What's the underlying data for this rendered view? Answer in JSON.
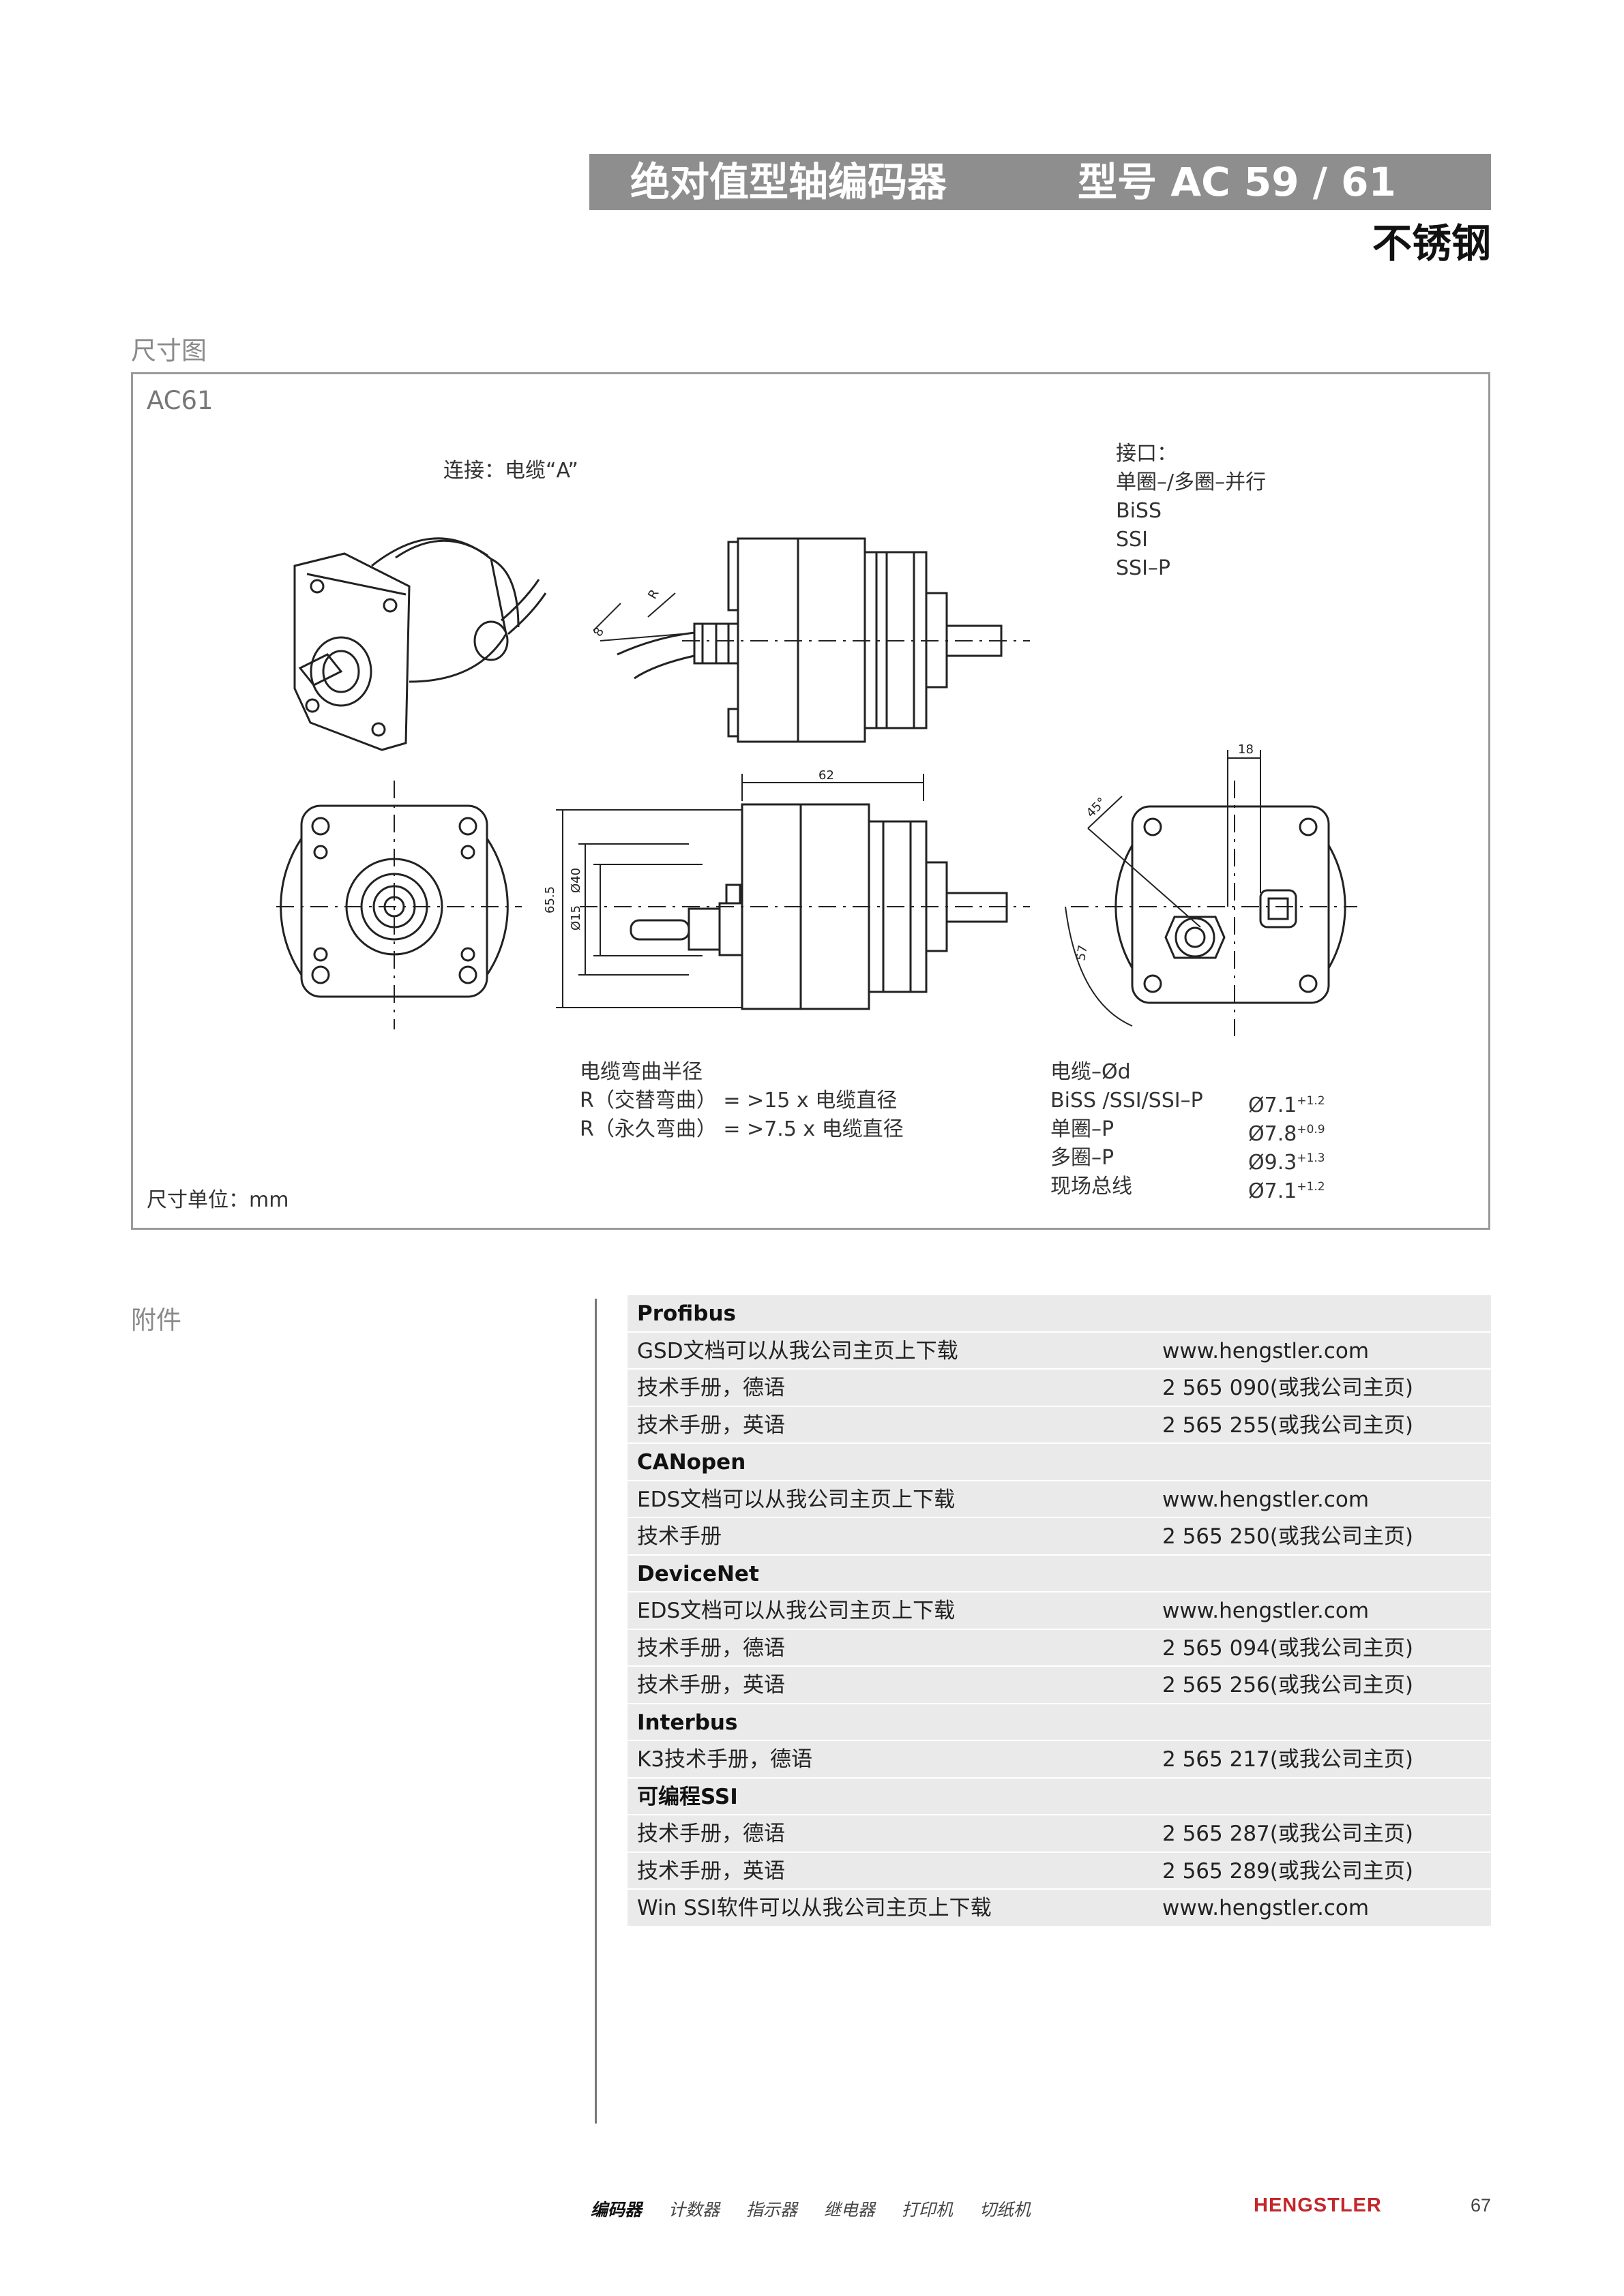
{
  "header": {
    "title": "绝对值型轴编码器",
    "model": "型号 AC 59 / 61",
    "subtitle": "不锈钢"
  },
  "dimension_section": {
    "label": "尺寸图",
    "model_label": "AC61",
    "connection": "连接：电缆“A”",
    "interface": [
      "接口：",
      "单圈–/多圈–并行",
      "BiSS",
      "SSI",
      "SSI–P"
    ],
    "bend_radius": [
      "电缆弯曲半径",
      "R（交替弯曲） = >15 x 电缆直径",
      "R（永久弯曲） = >7.5 x 电缆直径"
    ],
    "cable_header": "电缆–Ød",
    "cable_rows": [
      {
        "name": "BiSS /SSI/SSI–P",
        "value": "Ø7.1",
        "tol": "+1.2"
      },
      {
        "name": "单圈–P",
        "value": "Ø7.8",
        "tol": "+0.9"
      },
      {
        "name": "多圈–P",
        "value": "Ø9.3",
        "tol": "+1.3"
      },
      {
        "name": "现场总线",
        "value": "Ø7.1",
        "tol": "+1.2"
      }
    ],
    "unit_note": "尺寸单位：mm",
    "dims": {
      "d1": "62",
      "d2": "65.5",
      "d3": "Ø15",
      "d4": "Ø40",
      "d5": "18",
      "d6": "45°",
      "d7": "57",
      "d8": "R",
      "d9": "8"
    }
  },
  "accessories": {
    "label": "附件",
    "rows": [
      {
        "type": "head",
        "c1": "Profibus",
        "c2": ""
      },
      {
        "type": "row",
        "c1": "GSD文档可以从我公司主页上下载",
        "c2": "www.hengstler.com"
      },
      {
        "type": "row",
        "c1": "技术手册，德语",
        "c2": "2 565 090(或我公司主页)"
      },
      {
        "type": "row",
        "c1": "技术手册，英语",
        "c2": "2 565 255(或我公司主页)"
      },
      {
        "type": "head",
        "c1": "CANopen",
        "c2": ""
      },
      {
        "type": "row",
        "c1": "EDS文档可以从我公司主页上下载",
        "c2": "www.hengstler.com"
      },
      {
        "type": "row",
        "c1": "技术手册",
        "c2": "2 565 250(或我公司主页)"
      },
      {
        "type": "head",
        "c1": "DeviceNet",
        "c2": ""
      },
      {
        "type": "row",
        "c1": "EDS文档可以从我公司主页上下载",
        "c2": "www.hengstler.com"
      },
      {
        "type": "row",
        "c1": "技术手册，德语",
        "c2": "2 565 094(或我公司主页)"
      },
      {
        "type": "row",
        "c1": "技术手册，英语",
        "c2": "2 565 256(或我公司主页)"
      },
      {
        "type": "head",
        "c1": "Interbus",
        "c2": ""
      },
      {
        "type": "row",
        "c1": "K3技术手册，德语",
        "c2": "2 565 217(或我公司主页)"
      },
      {
        "type": "head",
        "c1": "可编程SSI",
        "c2": ""
      },
      {
        "type": "row",
        "c1": "技术手册，德语",
        "c2": "2 565 287(或我公司主页)"
      },
      {
        "type": "row",
        "c1": "技术手册，英语",
        "c2": "2 565 289(或我公司主页)"
      },
      {
        "type": "row",
        "c1": "Win SSI软件可以从我公司主页上下载",
        "c2": "www.hengstler.com"
      }
    ]
  },
  "footer": {
    "nav": [
      "编码器",
      "计数器",
      "指示器",
      "继电器",
      "打印机",
      "切纸机"
    ],
    "brand": "HENGSTLER",
    "page": "67"
  }
}
